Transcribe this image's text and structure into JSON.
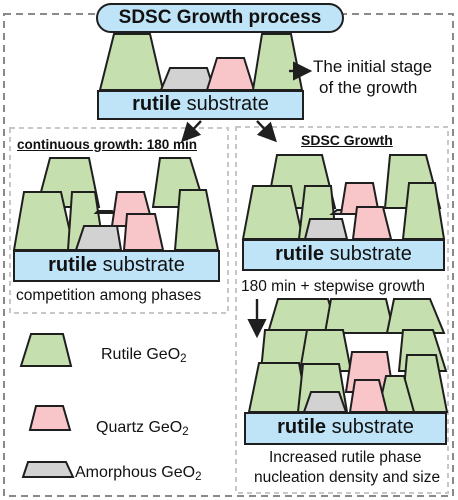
{
  "title": "SDSC Growth process",
  "top": {
    "substrate_bold": "rutile",
    "substrate_rest": " substrate",
    "note_line1": "The initial stage",
    "note_line2": "of the growth"
  },
  "left_panel": {
    "heading": "continuous growth: 180 min",
    "substrate_bold": "rutile",
    "substrate_rest": " substrate",
    "caption": "competition among phases"
  },
  "right_panel": {
    "heading": "SDSC Growth",
    "substrate_bold": "rutile",
    "substrate_rest": " substrate",
    "step_label": "180 min + stepwise growth",
    "substrate2_bold": "rutile",
    "substrate2_rest": " substrate",
    "caption_line1": "Increased rutile phase",
    "caption_line2": "nucleation density and size"
  },
  "legend": {
    "rutile_label": "Rutile GeO",
    "quartz_label": "Quartz GeO",
    "amorphous_label": "Amorphous GeO",
    "subscript": "2"
  },
  "colors": {
    "rutile": "#c6dfae",
    "quartz": "#f8c6c8",
    "amorphous": "#d2d2d2",
    "substrate": "#bfe3f7",
    "outline": "#1f1f1f",
    "dashed_border": "#8a8a8a"
  }
}
